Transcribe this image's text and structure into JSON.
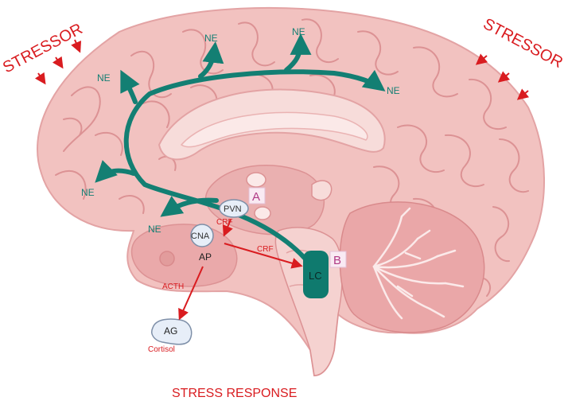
{
  "stressor_left": "STRESSOR",
  "stressor_right": "STRESSOR",
  "stress_response": "STRESS RESPONSE",
  "ne_label": "NE",
  "pvn": "PVN",
  "cna": "CNA",
  "ap": "AP",
  "lc": "LC",
  "ag": "AG",
  "crf": "CRF",
  "acth": "ACTH",
  "cortisol": "Cortisol",
  "marker_a": "A",
  "marker_b": "B",
  "colors": {
    "brain_fill": "#f2c2c0",
    "brain_dark": "#e29c9c",
    "brain_line": "#d98a8c",
    "pathway": "#137f73",
    "stress_red": "#d91c20",
    "marker_text": "#b03a86"
  }
}
